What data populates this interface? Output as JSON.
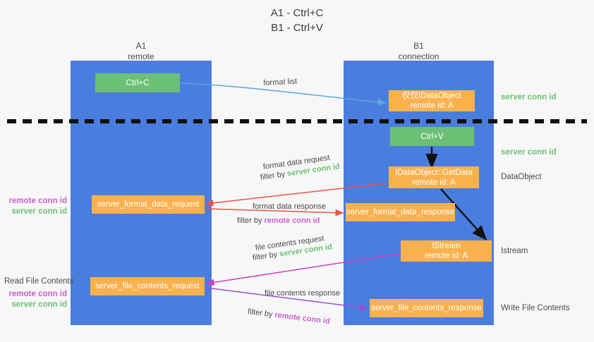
{
  "title": {
    "line1": "A1 - Ctrl+C",
    "line2": "B1 - Ctrl+V"
  },
  "lanes": [
    {
      "name": "A1",
      "subtitle": "remote"
    },
    {
      "name": "B1",
      "subtitle": "connection"
    }
  ],
  "colors": {
    "lane": "#4a7ede",
    "green_node": "#6cc076",
    "orange_node": "#f9b14e",
    "server_conn_id": "#6cc076",
    "remote_conn_id": "#c95fd0",
    "arrow_blue": "#5aa8e0",
    "arrow_red": "#e8544a",
    "arrow_magenta": "#cc3fc4",
    "arrow_purple": "#9b4fd0",
    "arrow_black": "#111111",
    "divider": "#111111",
    "background": "#f7f7f7"
  },
  "nodes": {
    "ctrl_c": {
      "label": "Ctrl+C"
    },
    "idataobject": {
      "line1": "仅仅IDataObject",
      "line2": "remote id: A"
    },
    "ctrl_v": {
      "label": "Ctrl+V"
    },
    "getdata": {
      "line1": "IDataObject::GetData",
      "line2": "remote id: A"
    },
    "format_data_request": {
      "label": "server_format_data_request"
    },
    "format_data_response": {
      "label": "server_format_data_response"
    },
    "istream": {
      "line1": "IStream",
      "line2": "remote id: A"
    },
    "file_contents_request": {
      "label": "server_file_contents_request"
    },
    "file_contents_response": {
      "label": "server_file_contents_response"
    }
  },
  "side_labels": {
    "server_conn_id_top": "server conn id",
    "server_conn_id_mid": "server conn id",
    "dataobject": "DataObject",
    "istream": "Istream",
    "write_file_contents": "Write File Contents"
  },
  "left_labels": {
    "read_file_contents": "Read File Contents",
    "remote_conn_id": "remote conn id",
    "server_conn_id": "server conn id"
  },
  "arrow_captions": {
    "format_list": "format list",
    "format_data_request": "format data request",
    "format_data_request_filter_prefix": "filter by ",
    "format_data_request_filter_value": "server conn id",
    "format_data_response": "format data response",
    "format_data_response_filter_prefix": "filter by ",
    "format_data_response_filter_value": "remote conn id",
    "file_contents_request": "file contents request",
    "file_contents_request_filter_prefix": "filter by ",
    "file_contents_request_filter_value": "server conn id",
    "file_contents_response": "file contents response",
    "file_contents_response_filter_prefix": "filter by ",
    "file_contents_response_filter_value": "remote conn id"
  }
}
